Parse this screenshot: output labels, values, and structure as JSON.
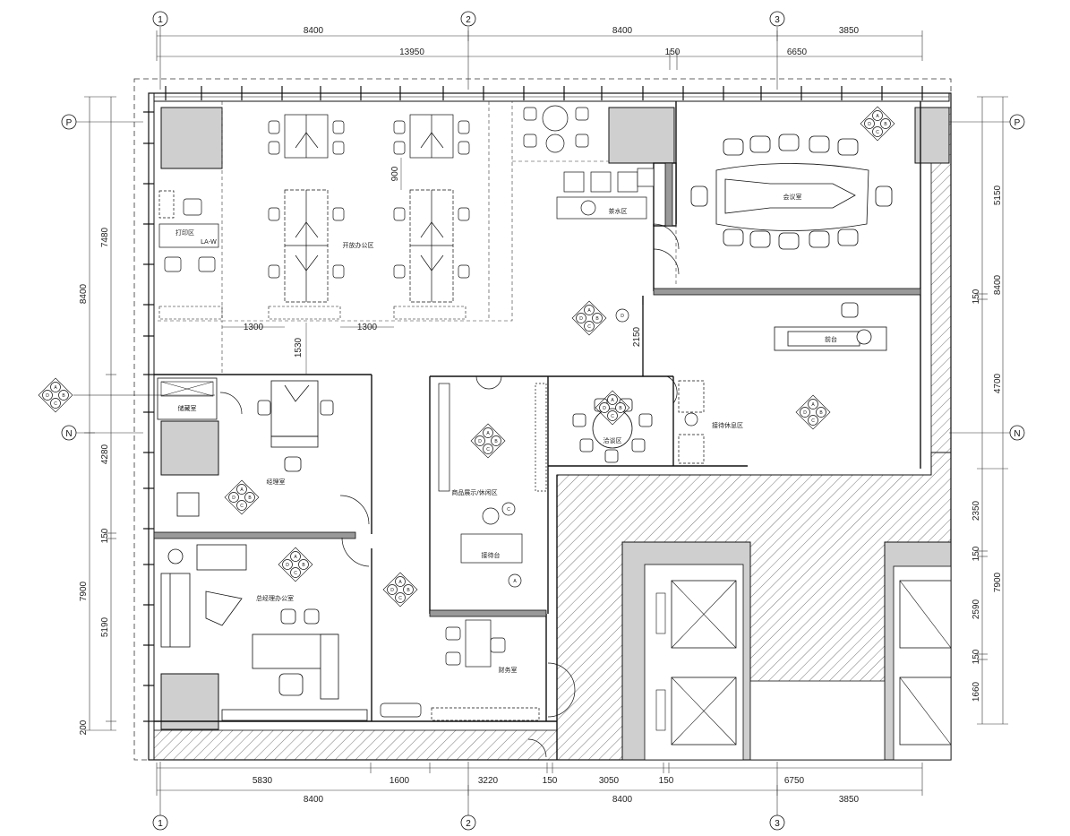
{
  "axes": {
    "columns": [
      "1",
      "2",
      "3"
    ],
    "rows": [
      "P",
      "N"
    ]
  },
  "dimensions": {
    "top_row1": [
      "8400",
      "8400",
      "3850"
    ],
    "top_row2": [
      "13950",
      "150",
      "6650"
    ],
    "bottom_row1": [
      "5830",
      "1600",
      "3220",
      "150",
      "3050",
      "150",
      "6750"
    ],
    "bottom_row2": [
      "8400",
      "8400",
      "3850"
    ],
    "left_outer": [
      "8400",
      "7900"
    ],
    "left_inner": [
      "7480",
      "4280",
      "150",
      "5190",
      "200"
    ],
    "right_outer": [
      "8400",
      "7900"
    ],
    "right_inner": [
      "5150",
      "150",
      "4700",
      "2350",
      "150",
      "2590",
      "150",
      "1660"
    ],
    "interior": [
      "900",
      "1300",
      "1300",
      "1530",
      "2150"
    ]
  },
  "rooms": {
    "open_office": "开放办公区",
    "meeting_room": "会议室",
    "tea_area": "茶水区",
    "front_desk": "前台",
    "reception": "接待休息区",
    "negotiation": "洽谈区",
    "manager_office": "经理室",
    "gm_office": "总经理办公室",
    "display_area": "商品展示/休闲区",
    "finance": "财务室",
    "storage": "储藏室",
    "printer": "打印区",
    "reception_desk": "接待台"
  },
  "tags": {
    "a": "A",
    "b": "B",
    "c": "C",
    "d": "D",
    "code": "LA-W"
  }
}
